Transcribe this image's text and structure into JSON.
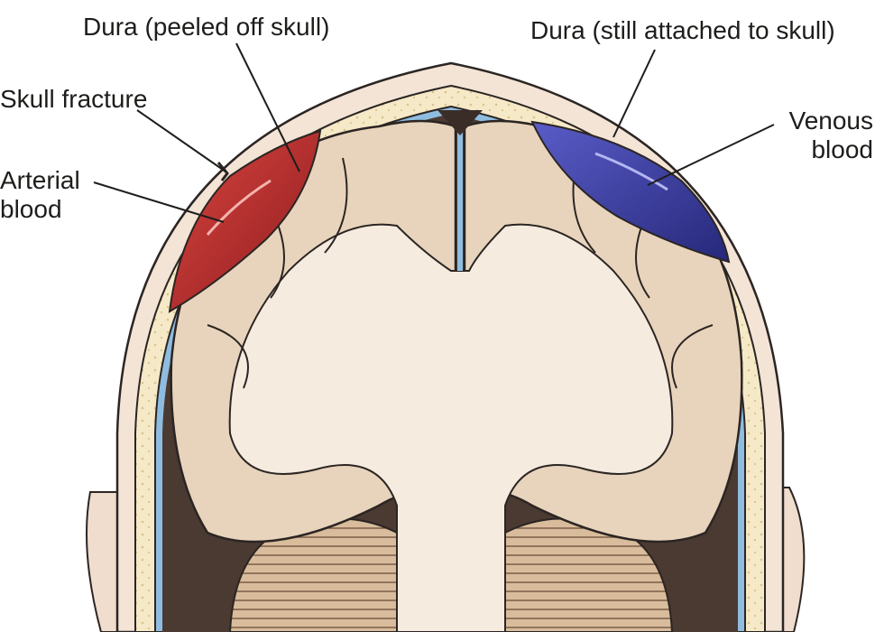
{
  "labels": {
    "dura_peeled": "Dura (peeled off skull)",
    "dura_attached": "Dura (still attached to skull)",
    "skull_fracture": "Skull fracture",
    "arterial_line1": "Arterial",
    "arterial_line2": "blood",
    "venous_line1": "Venous",
    "venous_line2": "blood"
  },
  "colors": {
    "skin": "#f3e4d6",
    "bone": "#f6e9c7",
    "dura": "#8fbde0",
    "brain": "#e8d4bc",
    "white_matter": "#f6ebdf",
    "arterial": "#b9262b",
    "venous": "#3d3fa4",
    "outline": "#2b2523",
    "cerebellum": "#d8bc9c"
  }
}
